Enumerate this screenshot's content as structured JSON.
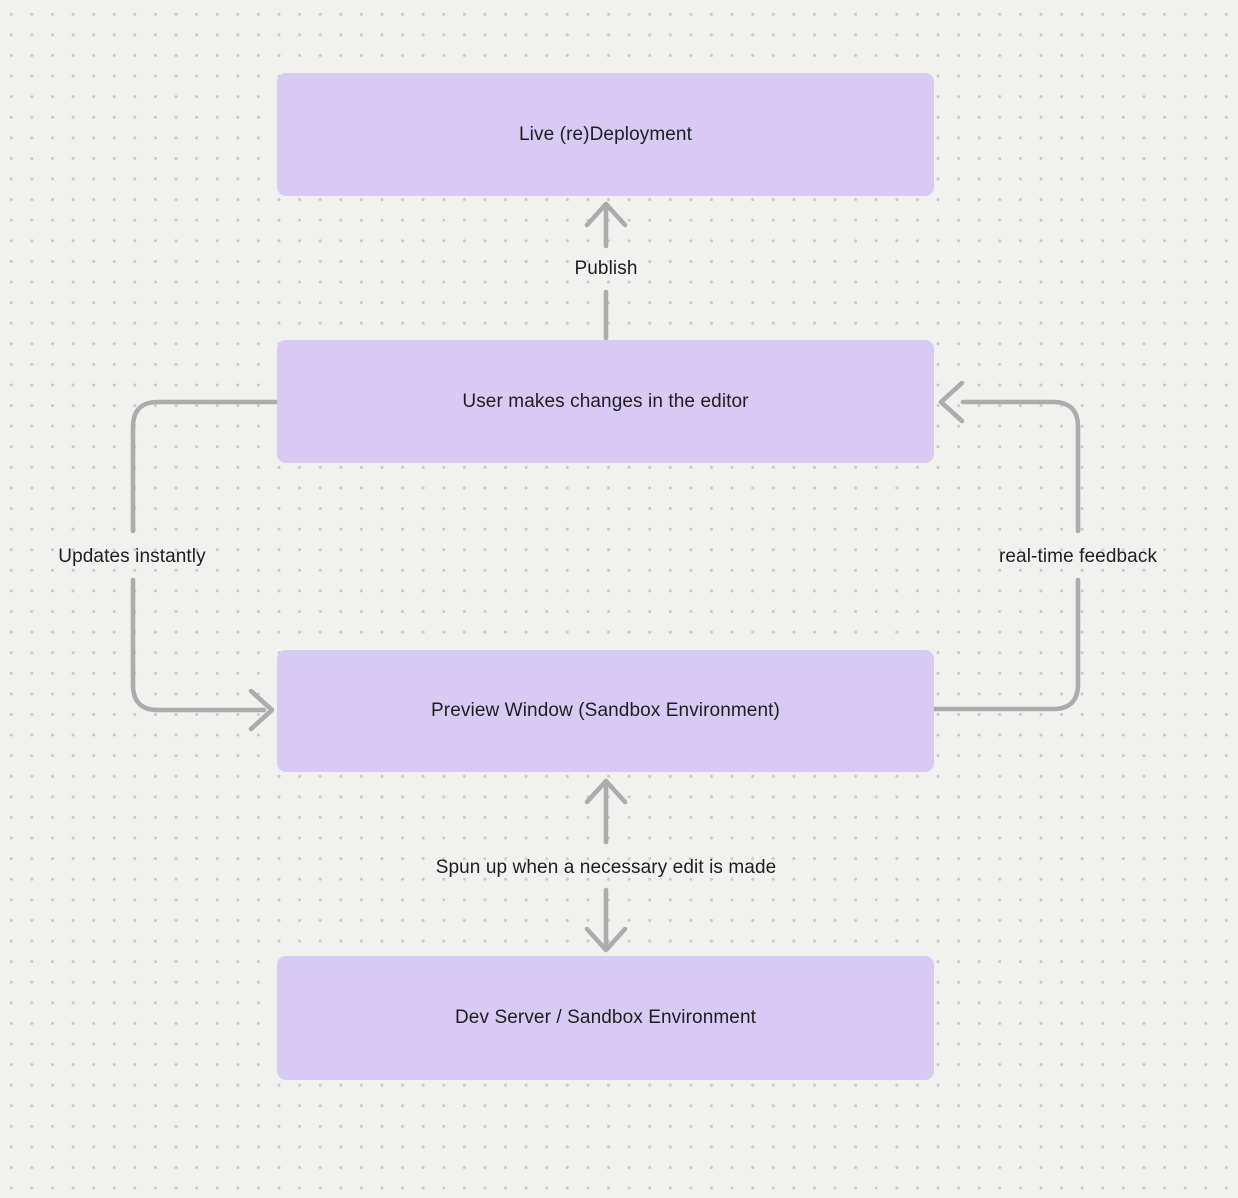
{
  "diagram": {
    "nodes": [
      {
        "label": "Live (re)Deployment"
      },
      {
        "label": "User makes changes in the editor"
      },
      {
        "label": "Preview Window (Sandbox Environment)"
      },
      {
        "label": "Dev Server / Sandbox Environment"
      }
    ],
    "edges": [
      {
        "label": "Publish",
        "from": "User makes changes in the editor",
        "to": "Live (re)Deployment",
        "direction": "up"
      },
      {
        "label": "Updates instantly",
        "from": "User makes changes in the editor",
        "to": "Preview Window (Sandbox Environment)",
        "direction": "down"
      },
      {
        "label": "real-time feedback",
        "from": "Preview Window (Sandbox Environment)",
        "to": "User makes changes in the editor",
        "direction": "up"
      },
      {
        "label": "Spun up when a necessary edit is made",
        "from": "Preview Window (Sandbox Environment)",
        "to": "Dev Server / Sandbox Environment",
        "direction": "both"
      }
    ],
    "colors": {
      "background": "#f1f1f0",
      "dots": "#c9c9c9",
      "node_fill": "#d7cbf4",
      "arrow": "#acacac",
      "text": "#1e1e22"
    }
  }
}
